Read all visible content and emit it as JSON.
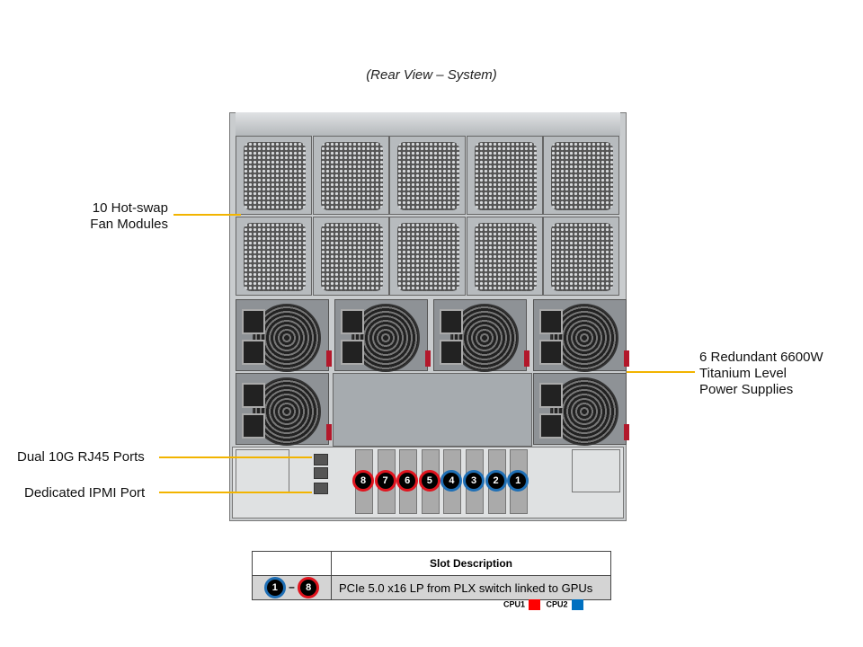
{
  "title": "(Rear View – System)",
  "callouts": {
    "fans": [
      "10 Hot-swap",
      "Fan Modules"
    ],
    "psu": [
      "6 Redundant 6600W",
      "Titanium Level",
      "Power Supplies"
    ],
    "lan": "Dual 10G RJ45 Ports",
    "ipmi": "Dedicated IPMI Port"
  },
  "slots": [
    {
      "n": "8",
      "cpu": "CPU1"
    },
    {
      "n": "7",
      "cpu": "CPU1"
    },
    {
      "n": "6",
      "cpu": "CPU1"
    },
    {
      "n": "5",
      "cpu": "CPU1"
    },
    {
      "n": "4",
      "cpu": "CPU2"
    },
    {
      "n": "3",
      "cpu": "CPU2"
    },
    {
      "n": "2",
      "cpu": "CPU2"
    },
    {
      "n": "1",
      "cpu": "CPU2"
    }
  ],
  "table": {
    "header": "Slot Description",
    "range_from": "1",
    "range_to": "8",
    "dash": "–",
    "description": "PCIe 5.0 x16 LP from PLX switch linked to GPUs"
  },
  "legend": [
    {
      "label": "CPU1",
      "color": "#ff0000"
    },
    {
      "label": "CPU2",
      "color": "#0070c0"
    }
  ],
  "colors": {
    "CPU1": "#e0141e",
    "CPU2": "#1f6fb5",
    "callout_line": "#f2b400"
  }
}
